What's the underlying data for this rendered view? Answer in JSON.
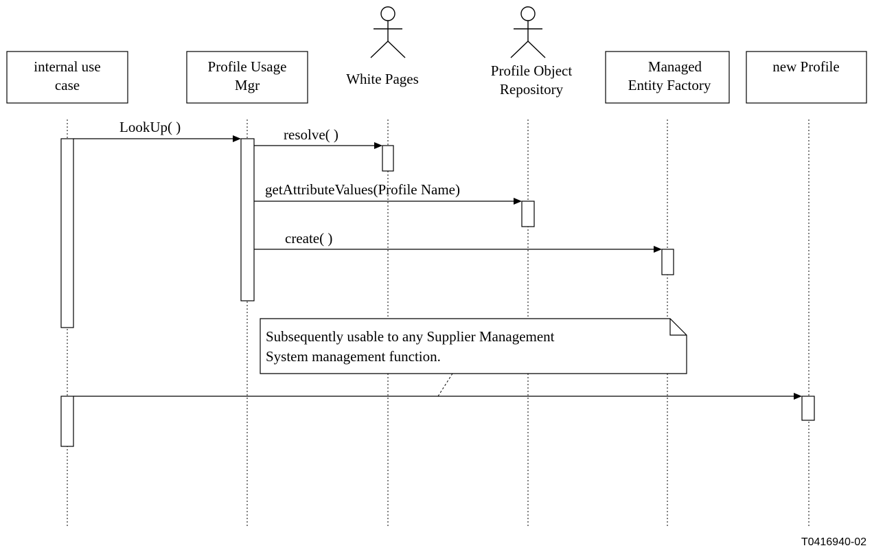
{
  "participants": [
    {
      "id": "internal",
      "kind": "box",
      "lines": [
        "internal use",
        "case"
      ]
    },
    {
      "id": "pum",
      "kind": "box",
      "lines": [
        "Profile Usage",
        "Mgr"
      ]
    },
    {
      "id": "wp",
      "kind": "actor",
      "lines": [
        "White Pages"
      ]
    },
    {
      "id": "por",
      "kind": "actor",
      "lines": [
        "Profile Object",
        "Repository"
      ]
    },
    {
      "id": "mef",
      "kind": "box",
      "lines": [
        "Managed",
        "Entity Factory"
      ]
    },
    {
      "id": "np",
      "kind": "box",
      "lines": [
        "new Profile"
      ]
    }
  ],
  "messages": [
    {
      "label": "LookUp( )",
      "from": "internal",
      "to": "pum"
    },
    {
      "label": "resolve( )",
      "from": "pum",
      "to": "wp"
    },
    {
      "label": "getAttributeValues(Profile Name)",
      "from": "pum",
      "to": "por"
    },
    {
      "label": "create( )",
      "from": "pum",
      "to": "mef"
    },
    {
      "label": "",
      "from": "internal",
      "to": "np"
    }
  ],
  "note": {
    "lines": [
      "Subsequently usable to any Supplier Management",
      "System management function."
    ]
  },
  "figure_id": "T0416940-02"
}
